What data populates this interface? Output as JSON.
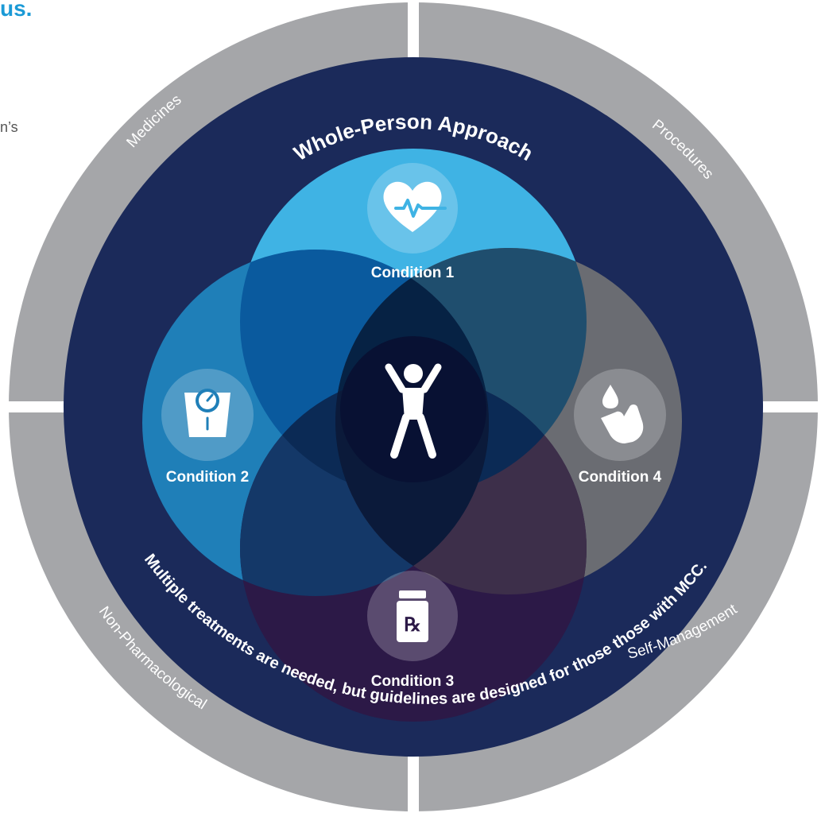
{
  "edge_fragments": {
    "heading": "us.",
    "body_text": "n’s"
  },
  "diagram": {
    "title": "Whole-Person Approach",
    "bottom_caption": "Multiple treatments are needed, but guidelines are designed for those those with MCC.",
    "segments": [
      {
        "label": "Medicines"
      },
      {
        "label": "Procedures"
      },
      {
        "label": "Self-Management"
      },
      {
        "label": "Non-Pharmacological"
      }
    ],
    "conditions": [
      {
        "label": "Condition 1",
        "icon": "heartbeat-icon",
        "color": "#3fb3e4"
      },
      {
        "label": "Condition 2",
        "icon": "scale-icon",
        "color": "#1f7fb8"
      },
      {
        "label": "Condition 3",
        "icon": "prescription-bottle-icon",
        "color": "#2c1947"
      },
      {
        "label": "Condition 4",
        "icon": "finger-drop-icon",
        "color": "#6a6c72"
      }
    ],
    "center_icon": "person-icon",
    "colors": {
      "outer_ring": "#a5a6a9",
      "inner_disk": "#1b2a5a",
      "center": "#081133",
      "heading_blue": "#1b9ad6"
    }
  }
}
